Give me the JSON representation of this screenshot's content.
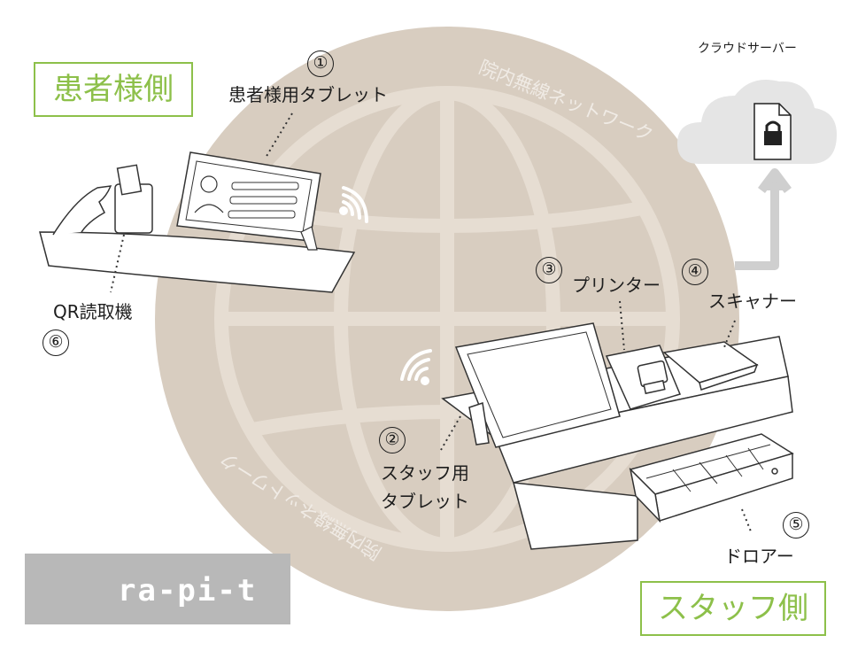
{
  "patient_side_label": "患者様側",
  "staff_side_label": "スタッフ側",
  "network_label_top": "院内無線ネットワーク",
  "network_label_bottom": "院内無線ネットワーク",
  "cloud_label": "クラウドサーバー",
  "devices": [
    {
      "number": "①",
      "label": "患者様用タブレット"
    },
    {
      "number": "②",
      "label_line1": "スタッフ用",
      "label_line2": "タブレット"
    },
    {
      "number": "③",
      "label": "プリンター"
    },
    {
      "number": "④",
      "label": "スキャナー"
    },
    {
      "number": "⑤",
      "label": "ドロアー"
    },
    {
      "number": "⑥",
      "label": "QR読取機"
    }
  ],
  "logo_text": "ra-pi-t",
  "colors": {
    "accent_green": "#8dc04a",
    "globe_beige": "#d8cdc0",
    "cloud_gray": "#e5e5e5",
    "logo_gray": "#b8b8b8",
    "logo_purple": "#9a5bc0"
  },
  "icons": [
    "globe-icon",
    "wifi-icon",
    "cloud-icon",
    "lock-document-icon",
    "upload-arrow-icon"
  ]
}
